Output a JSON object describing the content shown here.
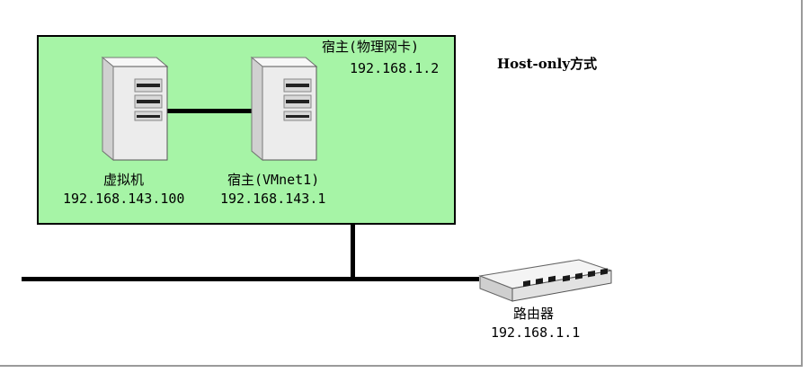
{
  "diagram": {
    "title": "Host-only方式",
    "host_physical": {
      "name": "宿主(物理网卡)",
      "ip": "192.168.1.2"
    },
    "virtual_machine": {
      "name": "虚拟机",
      "ip": "192.168.143.100"
    },
    "host_vmnet": {
      "name": "宿主(VMnet1)",
      "ip": "192.168.143.1"
    },
    "router": {
      "name": "路由器",
      "ip": "192.168.1.1"
    }
  },
  "colors": {
    "host_box_fill": "#a6f4a6",
    "server_body": "#ececec",
    "router_body": "#e6e6e6",
    "line": "#000000"
  },
  "icons": [
    "server-icon",
    "router-icon"
  ]
}
